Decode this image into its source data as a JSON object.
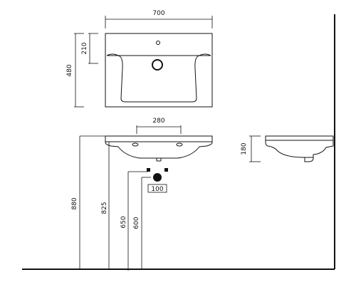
{
  "dimensions": {
    "top_width": "700",
    "top_depth_inner": "210",
    "top_depth": "480",
    "front_tap_spacing": "280",
    "drain_offset": "100",
    "floor_to_rim": "880",
    "floor_to_bottom": "825",
    "floor_to_trap": "650",
    "floor_to_inlets": "600",
    "side_height": "180"
  }
}
